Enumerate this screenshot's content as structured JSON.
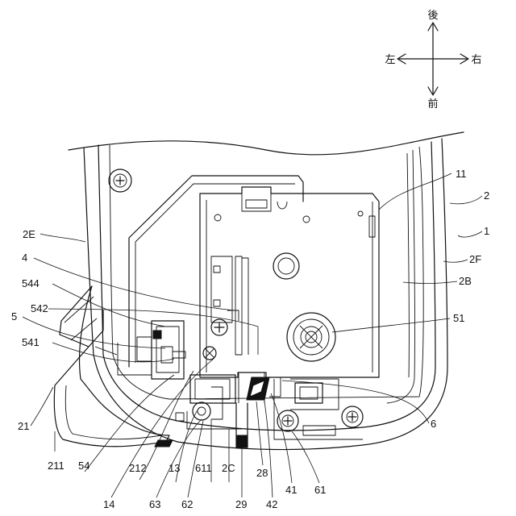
{
  "directions": {
    "up": "後",
    "left": "左",
    "right": "右",
    "down": "前"
  },
  "labels": {
    "l11": "11",
    "l2": "2",
    "l1": "1",
    "l2E": "2E",
    "l2F": "2F",
    "l4": "4",
    "l2B": "2B",
    "l544": "544",
    "l542": "542",
    "l5": "5",
    "l51": "51",
    "l541": "541",
    "l6": "6",
    "l21": "21",
    "l211": "211",
    "l54": "54",
    "l212": "212",
    "l13": "13",
    "l611": "611",
    "l2C": "2C",
    "l28": "28",
    "l41": "41",
    "l61": "61",
    "l14": "14",
    "l63": "63",
    "l62": "62",
    "l29": "29",
    "l42": "42"
  }
}
